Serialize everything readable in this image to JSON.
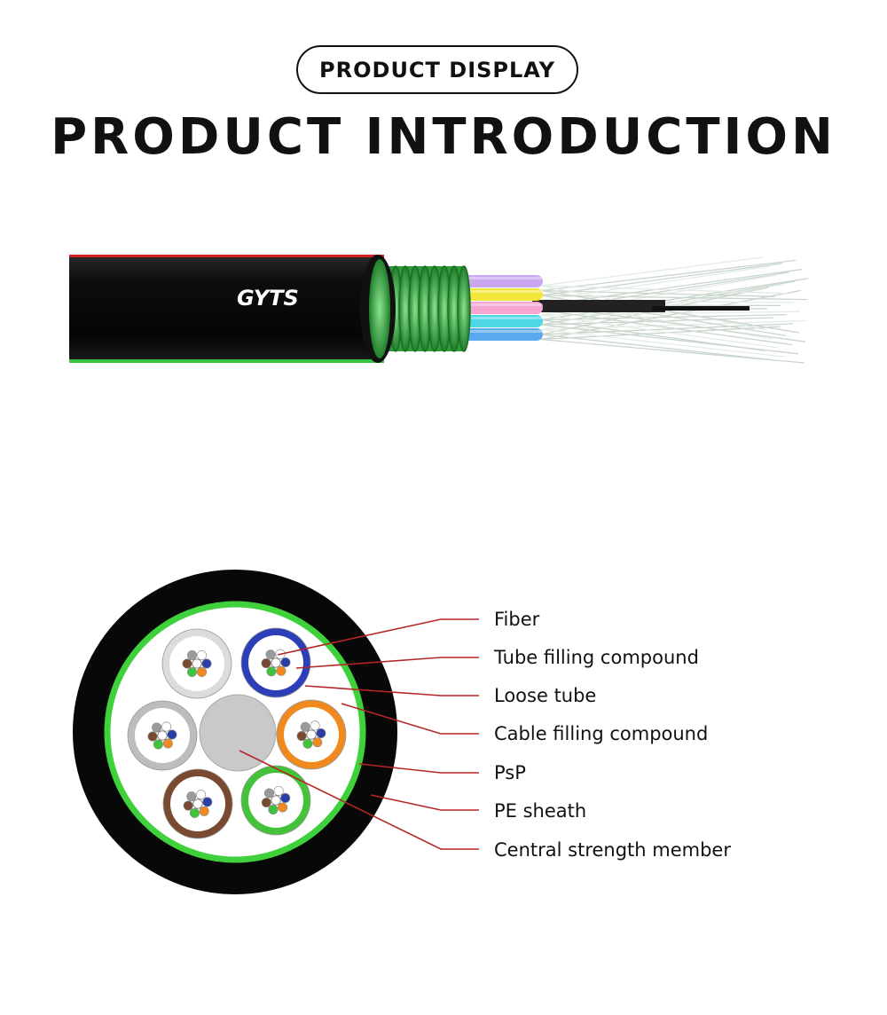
{
  "header": {
    "badge_text": "PRODUCT DISPLAY",
    "title": "PRODUCT INTRODUCTION"
  },
  "cable": {
    "model_text": "GYTS",
    "colors": {
      "sheath": "#0d0d0d",
      "armor": "#3fb54a",
      "stripe_red": "#d32222",
      "stripe_green": "#38c13c",
      "tubes": [
        "#c9a8f0",
        "#f3e63c",
        "#f5a6d2",
        "#4fd7e8",
        "#5aa9ee"
      ],
      "fibers": "#c9d6cc"
    }
  },
  "cross_section": {
    "colors": {
      "jacket": "#080808",
      "psp_ring": "#3fd13c",
      "central_member": "#c9c9c9",
      "leader_line": "#b52626"
    },
    "loose_tubes": [
      {
        "color": "#ffffff",
        "rim": "#dcdcdc"
      },
      {
        "color": "#ffffff",
        "rim": "#2c3eb8"
      },
      {
        "color": "#ffffff",
        "rim": "#bdbdbd"
      },
      {
        "color": "#ffffff",
        "rim": "#f08a1e"
      },
      {
        "color": "#ffffff",
        "rim": "#7a4a30"
      },
      {
        "color": "#ffffff",
        "rim": "#44c23a"
      }
    ],
    "fiber_colors": [
      "#2a3ea8",
      "#f08a1e",
      "#3fc23c",
      "#7a4a30",
      "#9a9a9a",
      "#ffffff"
    ],
    "labels": [
      "Fiber",
      "Tube filling compound",
      "Loose tube",
      "Cable filling compound",
      "PsP",
      "PE sheath",
      "Central strength member"
    ]
  }
}
